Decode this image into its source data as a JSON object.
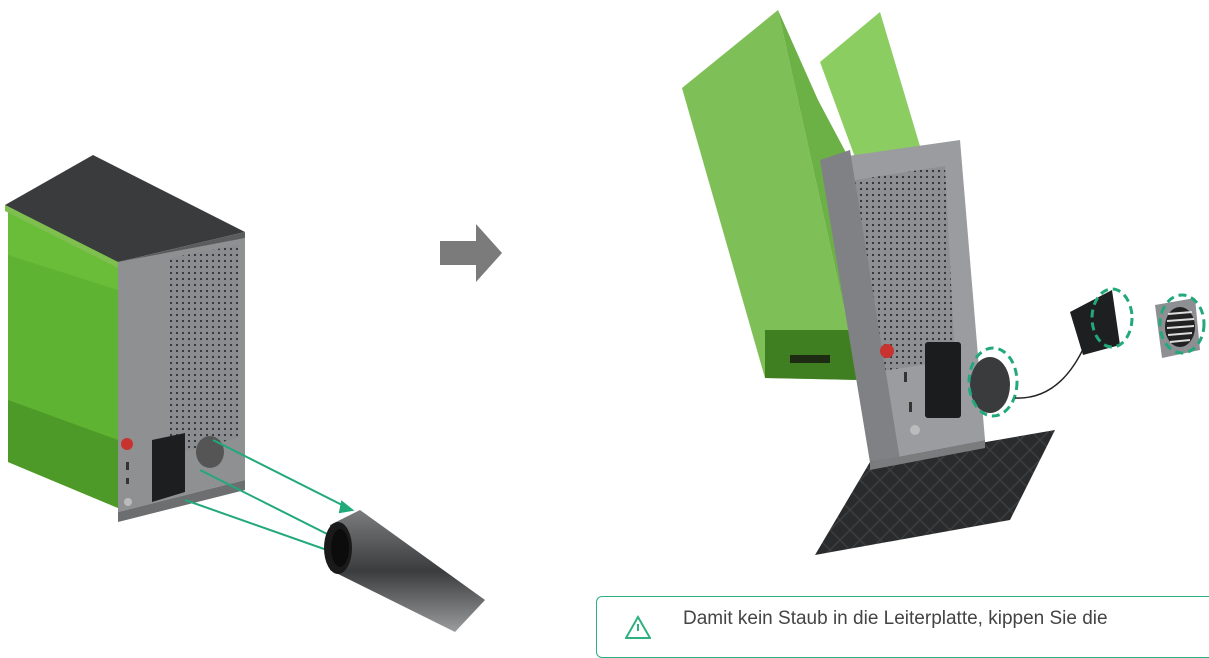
{
  "warning": {
    "text": "Damit kein Staub in die Leiterplatte, kippen Sie die",
    "icon": "warning-triangle-icon",
    "border_color": "#2fb07e"
  },
  "illustration": {
    "left": "laser-enclosure-with-exhaust-hose",
    "step_arrow": "arrow-right-icon",
    "right": "enclosure-tilted-with-fan-removed"
  },
  "colors": {
    "shield_green": "#5fb332",
    "body_gray": "#8e9092",
    "highlight": "#22a97a"
  }
}
